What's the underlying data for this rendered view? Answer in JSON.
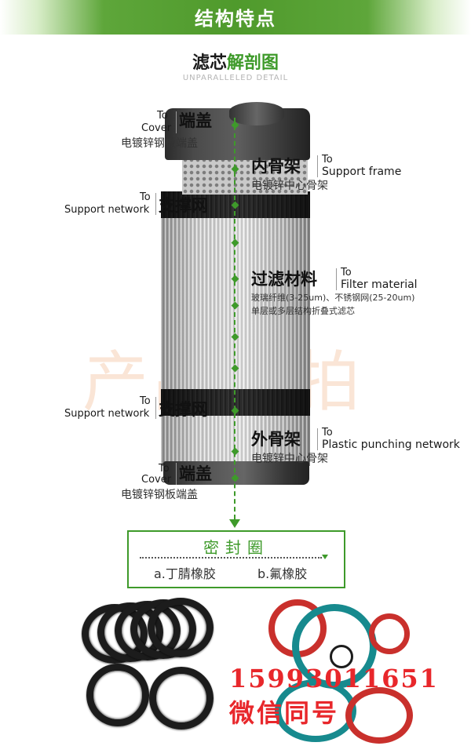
{
  "header": {
    "title": "结构特点"
  },
  "diagram": {
    "title_black": "滤芯",
    "title_green": "解剖图",
    "subtitle": "UNPARALLELED DETAIL"
  },
  "labels": {
    "top_cover": {
      "to": "To",
      "en": "Cover",
      "cn": "端盖",
      "desc": "电镀锌钢板端盖"
    },
    "inner_frame": {
      "cn": "内骨架",
      "to": "To",
      "en": "Support frame",
      "desc": "电镀锌中心骨架"
    },
    "support_top": {
      "to": "To",
      "en": "Support network",
      "cn": "支撑网"
    },
    "filter_material": {
      "cn": "过滤材料",
      "to": "To",
      "en": "Filter material",
      "desc1": "玻璃纤维(3-25um)、不锈钢网(25-20um)",
      "desc2": "单层或多层结构折叠式滤芯"
    },
    "support_bottom": {
      "to": "To",
      "en": "Support network",
      "cn": "支撑网"
    },
    "outer_frame": {
      "cn": "外骨架",
      "to": "To",
      "en": "Plastic punching network",
      "desc": "电镀锌中心骨架"
    },
    "bottom_cover": {
      "to": "To",
      "en": "Cover",
      "cn": "端盖",
      "desc": "电镀锌钢板端盖"
    }
  },
  "watermark": "产品实拍",
  "seal": {
    "title": "密封圈",
    "option_a": "a.丁腈橡胶",
    "option_b": "b.氟橡胶"
  },
  "contact": {
    "phone": "15993011651",
    "wechat": "微信同号"
  },
  "colors": {
    "accent_green": "#3e9a2a",
    "phone_red": "#e8272b",
    "ring_red": "#c9302c",
    "ring_teal": "#178a8e"
  }
}
